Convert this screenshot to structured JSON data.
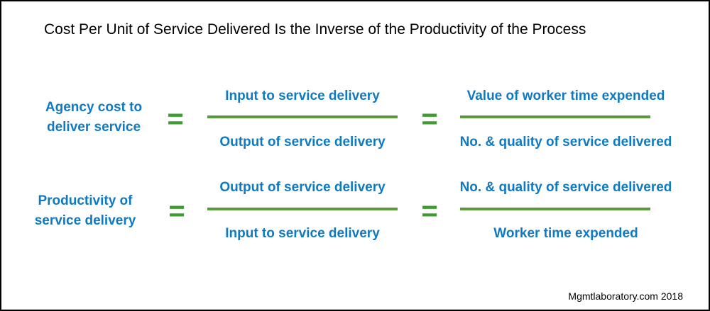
{
  "title": "Cost Per Unit of Service Delivered Is the Inverse of the Productivity of the Process",
  "colors": {
    "term_text": "#0f7ac2",
    "equals_sign": "#3f9c35",
    "fraction_bar": "#5a9a3c"
  },
  "equations": [
    {
      "lhs": [
        "Agency cost to",
        "deliver service"
      ],
      "equals": "=",
      "fraction1": {
        "numerator": "Input to service delivery",
        "denominator": "Output of service delivery"
      },
      "fraction2": {
        "numerator": "Value of worker time expended",
        "denominator": "No. & quality of service delivered"
      }
    },
    {
      "lhs": [
        "Productivity of",
        "service delivery"
      ],
      "equals": "=",
      "fraction1": {
        "numerator": "Output of service delivery",
        "denominator": "Input to service delivery"
      },
      "fraction2": {
        "numerator": "No. & quality of service delivered",
        "denominator": "Worker time expended"
      }
    }
  ],
  "footer": "Mgmtlaboratory.com  2018"
}
